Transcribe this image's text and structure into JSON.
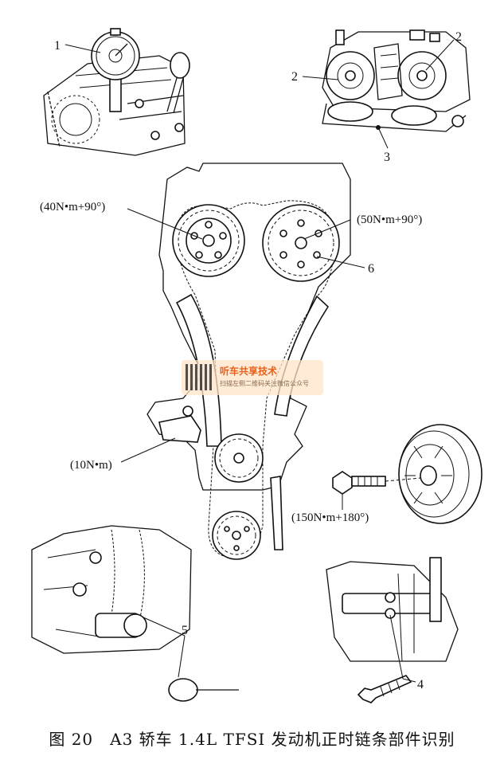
{
  "figure": {
    "caption": "图 20　A3 轿车 1.4L TFSI 发动机正时链条部件识别"
  },
  "callouts": {
    "c1": "1",
    "c2a": "2",
    "c2b": "2",
    "c3": "3",
    "c4": "4",
    "c5": "5",
    "c6": "6"
  },
  "torques": {
    "intake_cam": "(40N•m+90°)",
    "exhaust_cam": "(50N•m+90°)",
    "tensioner": "(10N•m)",
    "crank_bolt": "(150N•m+180°)"
  },
  "watermark": {
    "title": "听车共享技术",
    "subtitle": "扫描左侧二维码关注微信公众号"
  },
  "icons": [
    "dial-gauge-icon",
    "sprocket-icon",
    "chain-icon",
    "pulley-icon",
    "bolt-icon",
    "locking-pin-icon"
  ]
}
